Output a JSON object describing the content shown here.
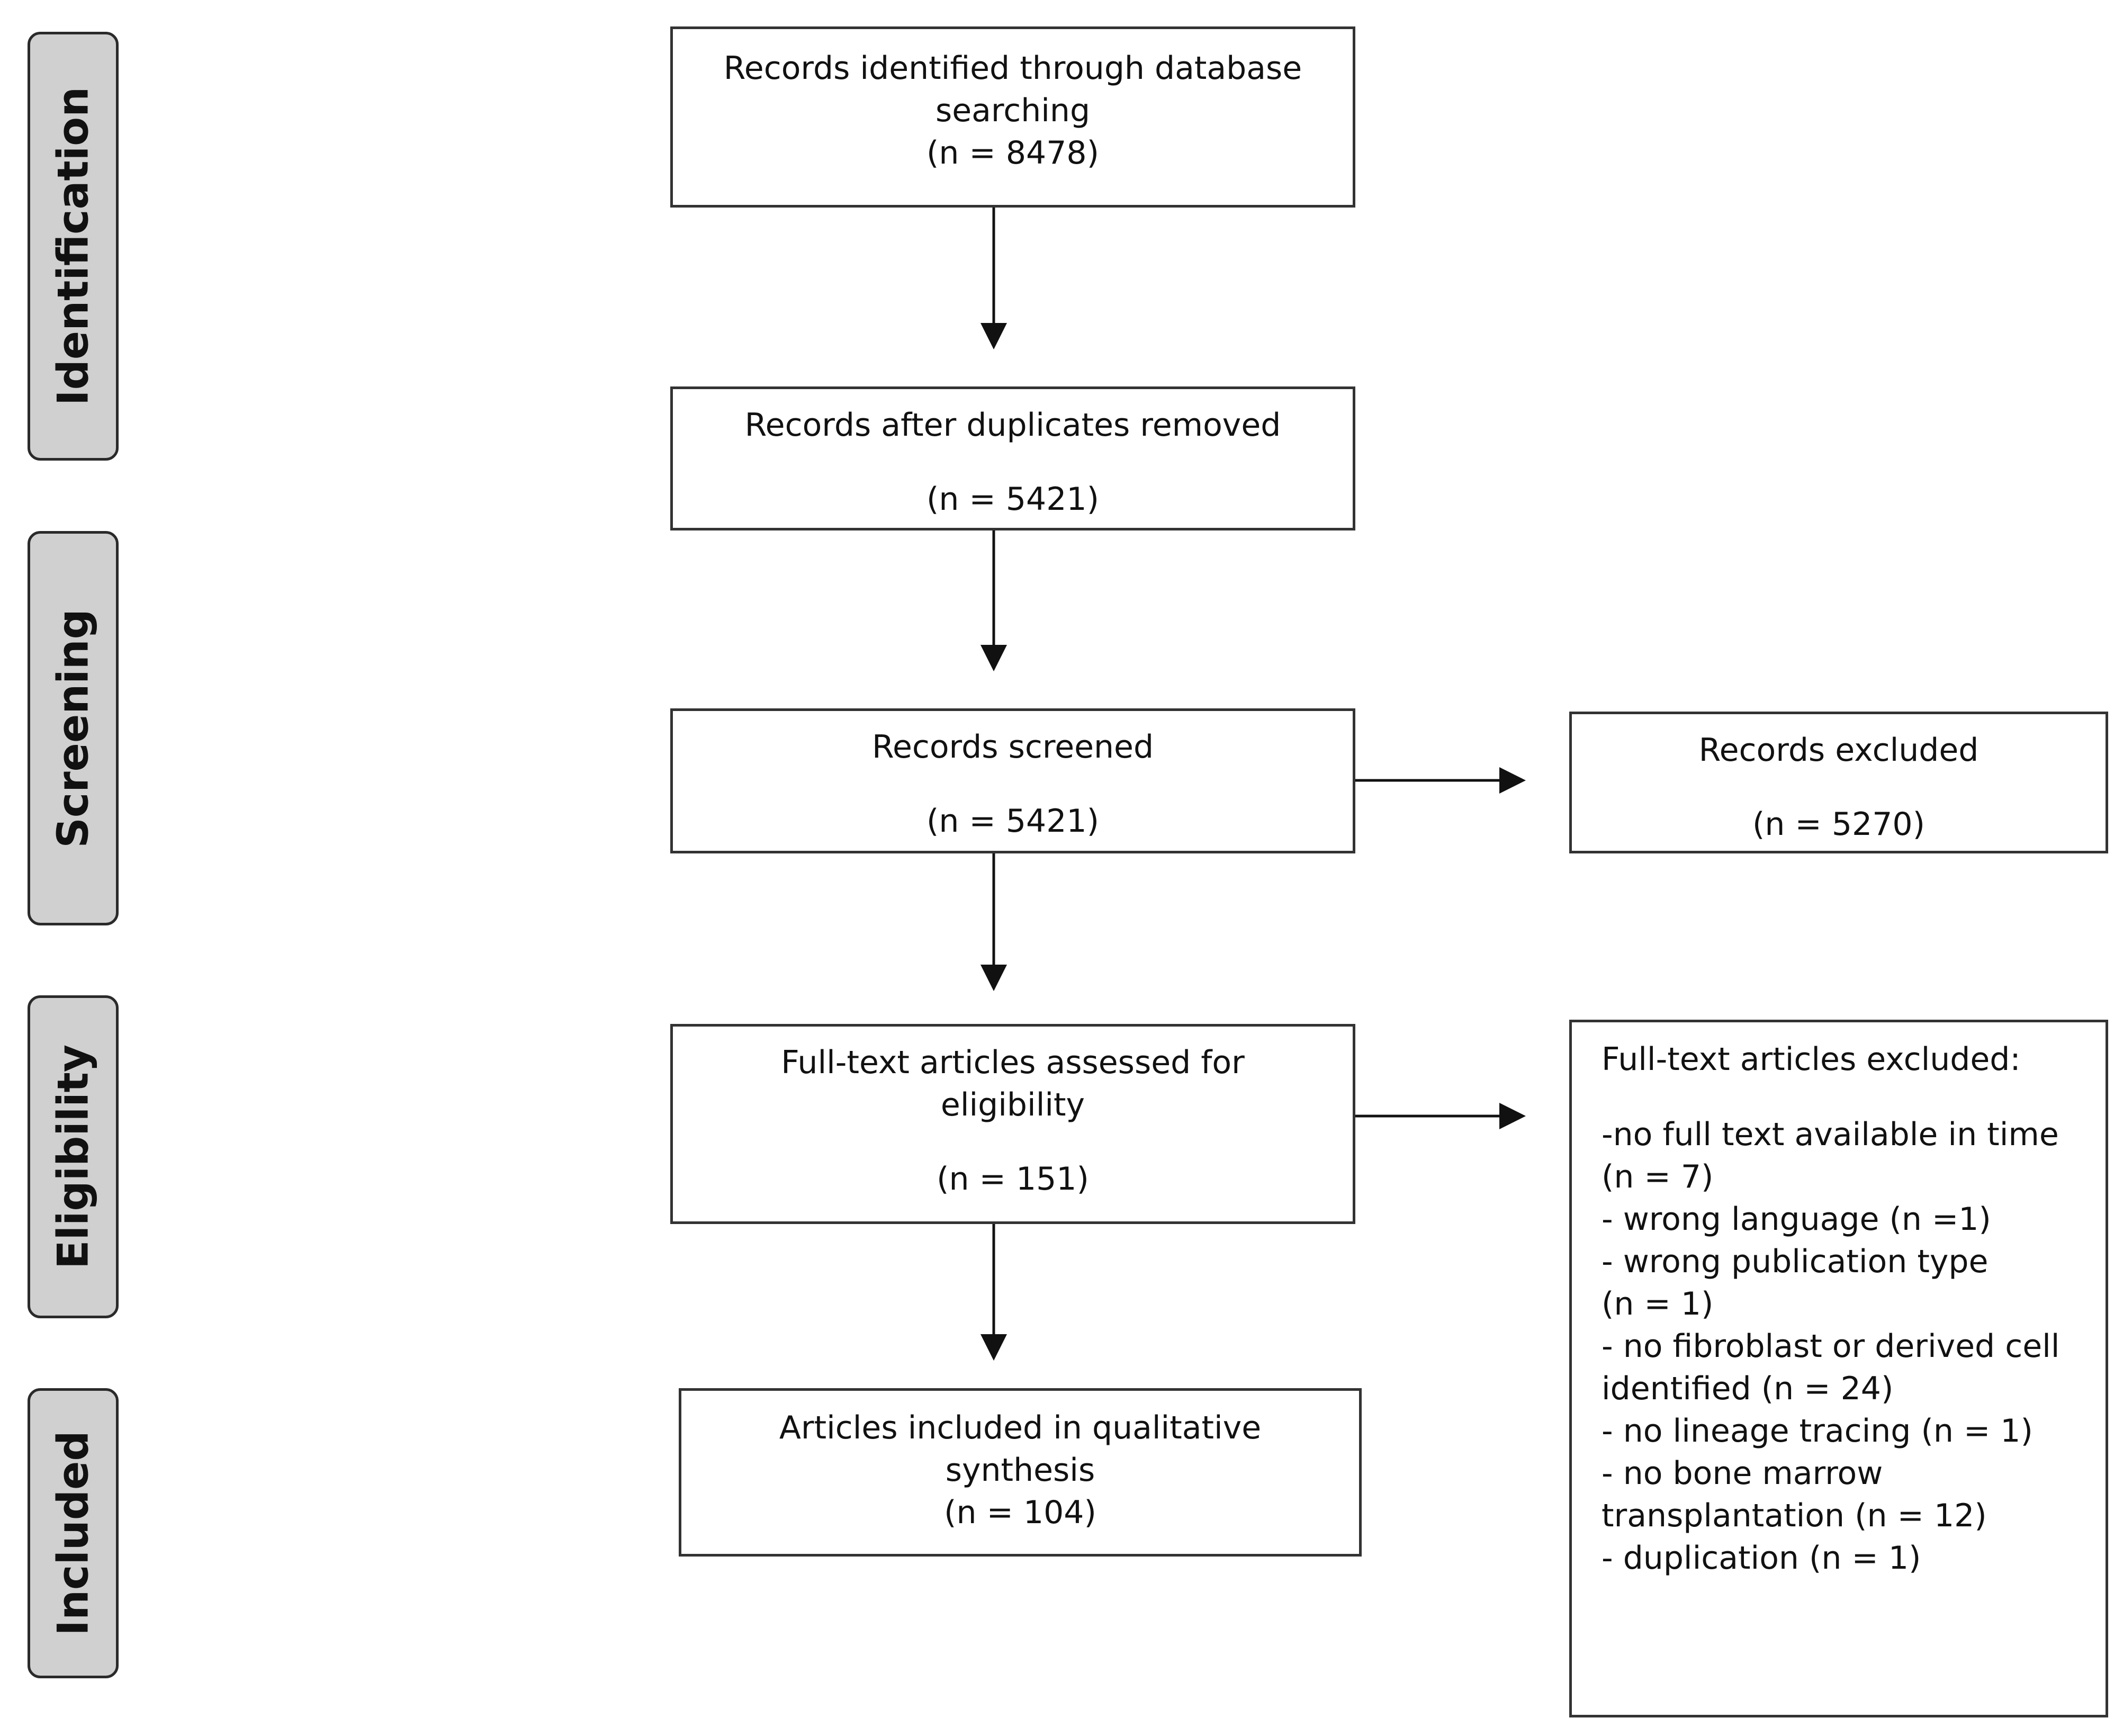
{
  "phases": {
    "identification": "Identification",
    "screening": "Screening",
    "eligibility": "Eligibility",
    "included": "Included"
  },
  "boxes": {
    "identified": {
      "line1": "Records identified through database",
      "line2": "searching",
      "count": "(n = 8478)"
    },
    "deduplicated": {
      "line1": "Records after duplicates removed",
      "count": "(n = 5421)"
    },
    "screened": {
      "line1": "Records screened",
      "count": "(n = 5421)"
    },
    "excluded": {
      "line1": "Records excluded",
      "count": "(n = 5270)"
    },
    "fulltext": {
      "line1": "Full-text articles assessed for",
      "line2": "eligibility",
      "count": "(n = 151)"
    },
    "included": {
      "line1": "Articles included in qualitative",
      "line2": "synthesis",
      "count": "(n = 104)"
    },
    "fulltext_excluded": {
      "title": "Full-text articles excluded:",
      "lines": [
        "-no full text available in time",
        "(n = 7)",
        "- wrong language (n =1)",
        "- wrong publication type",
        "(n = 1)",
        "- no fibroblast or derived cell",
        "identified (n = 24)",
        "- no lineage tracing (n = 1)",
        "- no bone marrow",
        "transplantation (n = 12)",
        "- duplication (n = 1)"
      ]
    }
  }
}
